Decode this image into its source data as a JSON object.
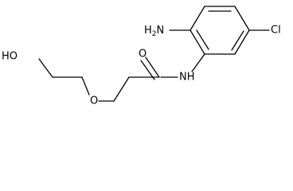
{
  "molecule": {
    "labels": {
      "amine": "H",
      "amine_sub": "2",
      "amine_n": "N",
      "chloro": "Cl",
      "amide_n": "NH",
      "carbonyl_o": "O",
      "ether_o": "O",
      "hydroxyl": "HO"
    }
  }
}
